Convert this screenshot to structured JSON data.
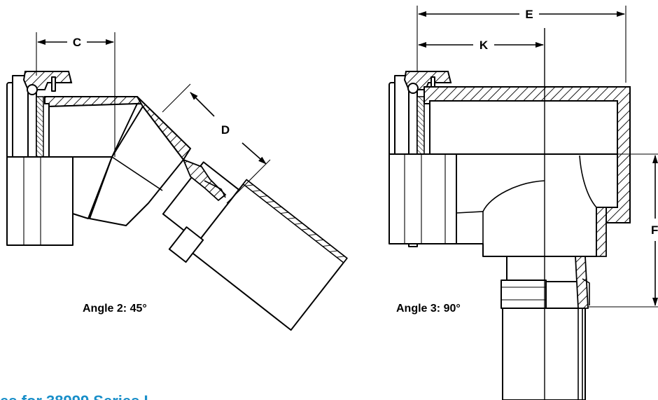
{
  "dimensions": {
    "c": "C",
    "d": "D",
    "e": "E",
    "k": "K",
    "f": "F"
  },
  "captions": {
    "angle2": "Angle 2: 45°",
    "angle3": "Angle 3: 90°"
  },
  "footer_heading": "es for 38999 Series I",
  "colors": {
    "footer_heading": "#1a8fc9",
    "line": "#000000"
  }
}
